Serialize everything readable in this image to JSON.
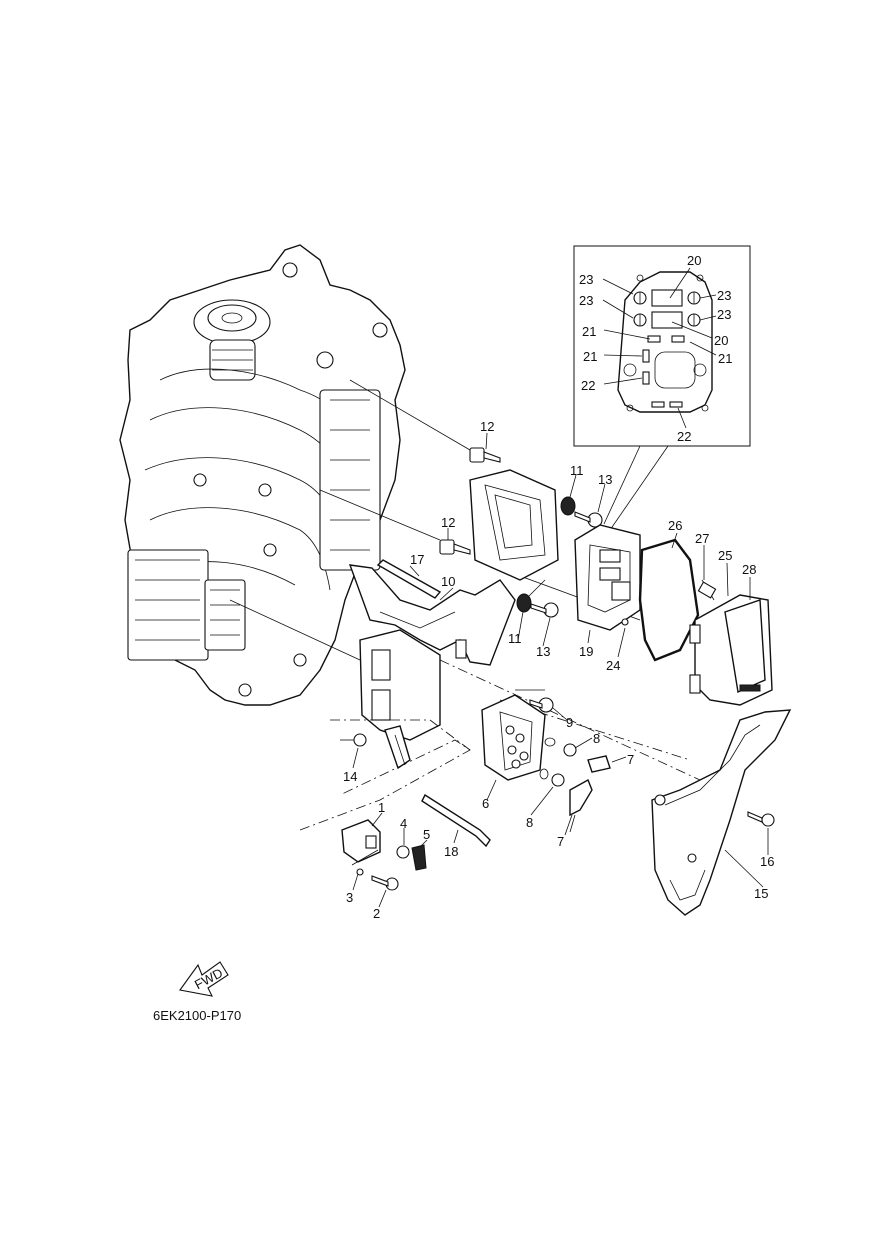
{
  "diagram": {
    "code": "6EK2100-P170",
    "fwd_label": "FWD",
    "parts": [
      {
        "id": "p1",
        "label": "1"
      },
      {
        "id": "p2",
        "label": "2"
      },
      {
        "id": "p3",
        "label": "3"
      },
      {
        "id": "p4",
        "label": "4"
      },
      {
        "id": "p5",
        "label": "5"
      },
      {
        "id": "p6",
        "label": "6"
      },
      {
        "id": "p7a",
        "label": "7"
      },
      {
        "id": "p7b",
        "label": "7"
      },
      {
        "id": "p8a",
        "label": "8"
      },
      {
        "id": "p8b",
        "label": "8"
      },
      {
        "id": "p9",
        "label": "9"
      },
      {
        "id": "p10",
        "label": "10"
      },
      {
        "id": "p11a",
        "label": "11"
      },
      {
        "id": "p11b",
        "label": "11"
      },
      {
        "id": "p12a",
        "label": "12"
      },
      {
        "id": "p12b",
        "label": "12"
      },
      {
        "id": "p13a",
        "label": "13"
      },
      {
        "id": "p13b",
        "label": "13"
      },
      {
        "id": "p14",
        "label": "14"
      },
      {
        "id": "p15",
        "label": "15"
      },
      {
        "id": "p16",
        "label": "16"
      },
      {
        "id": "p17",
        "label": "17"
      },
      {
        "id": "p18",
        "label": "18"
      },
      {
        "id": "p19",
        "label": "19"
      },
      {
        "id": "p20a",
        "label": "20"
      },
      {
        "id": "p20b",
        "label": "20"
      },
      {
        "id": "p21a",
        "label": "21"
      },
      {
        "id": "p21b",
        "label": "21"
      },
      {
        "id": "p21c",
        "label": "21"
      },
      {
        "id": "p22a",
        "label": "22"
      },
      {
        "id": "p22b",
        "label": "22"
      },
      {
        "id": "p23a",
        "label": "23"
      },
      {
        "id": "p23b",
        "label": "23"
      },
      {
        "id": "p23c",
        "label": "23"
      },
      {
        "id": "p23d",
        "label": "23"
      },
      {
        "id": "p24",
        "label": "24"
      },
      {
        "id": "p25",
        "label": "25"
      },
      {
        "id": "p26",
        "label": "26"
      },
      {
        "id": "p27",
        "label": "27"
      },
      {
        "id": "p28",
        "label": "28"
      }
    ]
  }
}
